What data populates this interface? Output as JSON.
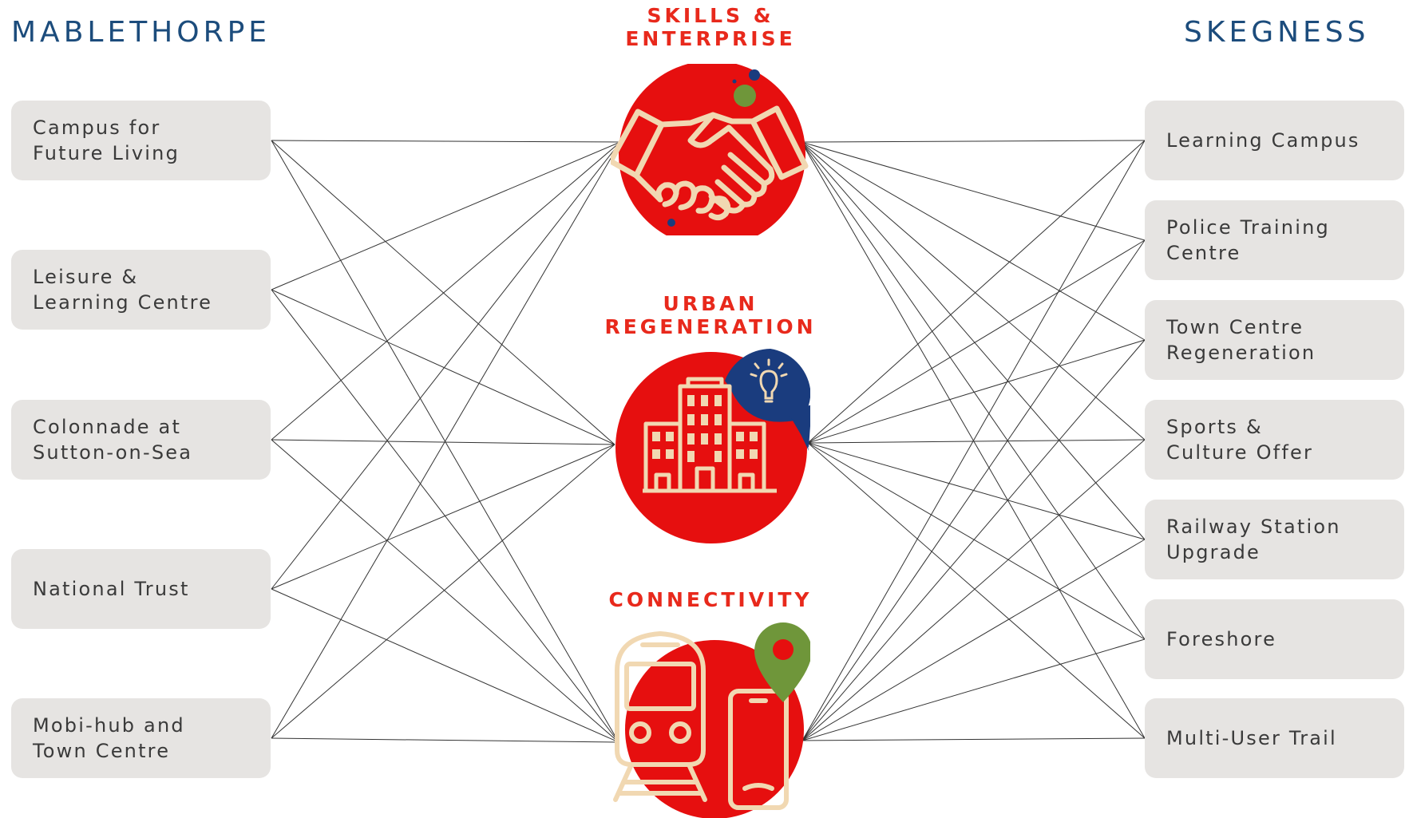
{
  "mablethorpe": {
    "title": "MABLETHORPE",
    "projects": [
      {
        "label": "Campus for\nFuture Living",
        "links": [
          0,
          1,
          2
        ]
      },
      {
        "label": "Leisure &\nLearning Centre",
        "links": [
          0,
          1,
          2
        ]
      },
      {
        "label": "Colonnade at\nSutton-on-Sea",
        "links": [
          0,
          1,
          2
        ]
      },
      {
        "label": "National Trust",
        "links": [
          0,
          1,
          2
        ]
      },
      {
        "label": "Mobi-hub and\nTown Centre",
        "links": [
          0,
          1,
          2
        ]
      }
    ]
  },
  "skegness": {
    "title": "SKEGNESS",
    "projects": [
      {
        "label": "Learning Campus",
        "links": [
          0,
          1,
          2
        ]
      },
      {
        "label": "Police Training\nCentre",
        "links": [
          0,
          1,
          2
        ]
      },
      {
        "label": "Town Centre\nRegeneration",
        "links": [
          0,
          1,
          2
        ]
      },
      {
        "label": "Sports &\nCulture Offer",
        "links": [
          0,
          1,
          2
        ]
      },
      {
        "label": "Railway Station\nUpgrade",
        "links": [
          0,
          1,
          2
        ]
      },
      {
        "label": "Foreshore",
        "links": [
          0,
          1,
          2
        ]
      },
      {
        "label": "Multi-User Trail",
        "links": [
          0,
          1,
          2
        ]
      }
    ]
  },
  "themes": [
    {
      "label": "SKILLS &\nENTERPRISE",
      "icon": "handshake-icon"
    },
    {
      "label": "URBAN\nREGENERATION",
      "icon": "buildings-lightbulb-icon"
    },
    {
      "label": "CONNECTIVITY",
      "icon": "train-phone-location-icon"
    }
  ],
  "colors": {
    "town_title": "#1c4c7c",
    "theme_red": "#e8291c",
    "circle_red": "#e60f0f",
    "icon_line": "#f1d8b2",
    "accent_blue": "#1a3c7e",
    "accent_green": "#6f963a",
    "box_bg": "#e6e4e2",
    "box_text": "#3a3a3a",
    "connector": "#333333"
  }
}
